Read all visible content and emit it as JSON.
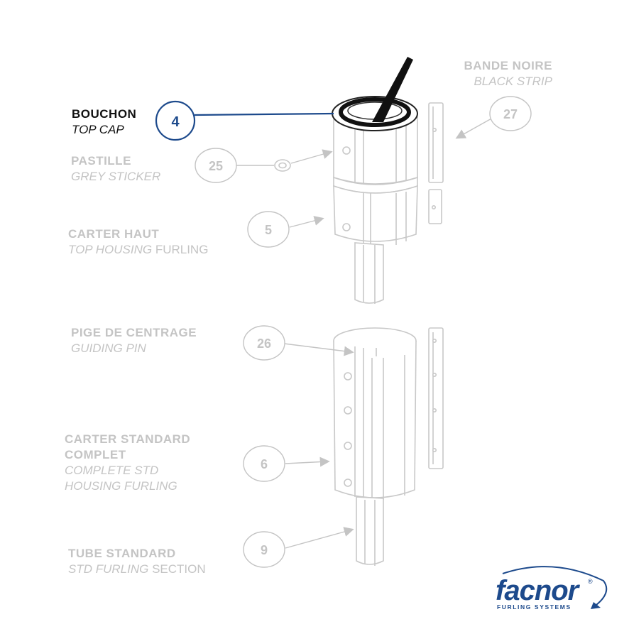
{
  "colors": {
    "highlight": "#1d4a8c",
    "muted": "#c4c4c4",
    "active_text": "#111111"
  },
  "parts": [
    {
      "id": "top-cap",
      "number": "4",
      "fr": "BOUCHON",
      "en": "TOP CAP",
      "active": true
    },
    {
      "id": "grey-sticker",
      "number": "25",
      "fr": "PASTILLE",
      "en": "GREY STICKER",
      "active": false
    },
    {
      "id": "black-strip",
      "number": "27",
      "fr": "BANDE NOIRE",
      "en": "BLACK STRIP",
      "active": false
    },
    {
      "id": "top-housing",
      "number": "5",
      "fr": "CARTER HAUT",
      "en": "TOP HOUSING",
      "en_suffix": "FURLING",
      "active": false
    },
    {
      "id": "guiding-pin",
      "number": "26",
      "fr": "PIGE DE CENTRAGE",
      "en": "GUIDING PIN",
      "active": false
    },
    {
      "id": "std-housing",
      "number": "6",
      "fr": "CARTER STANDARD",
      "fr2": "COMPLET",
      "en": "COMPLETE STD",
      "en2": "HOUSING FURLING",
      "active": false
    },
    {
      "id": "std-section",
      "number": "9",
      "fr": "TUBE STANDARD",
      "en": "STD FURLING",
      "en_suffix": "SECTION",
      "active": false
    }
  ],
  "logo": {
    "brand": "facnor",
    "registered": "®",
    "tagline": "FURLING SYSTEMS"
  }
}
